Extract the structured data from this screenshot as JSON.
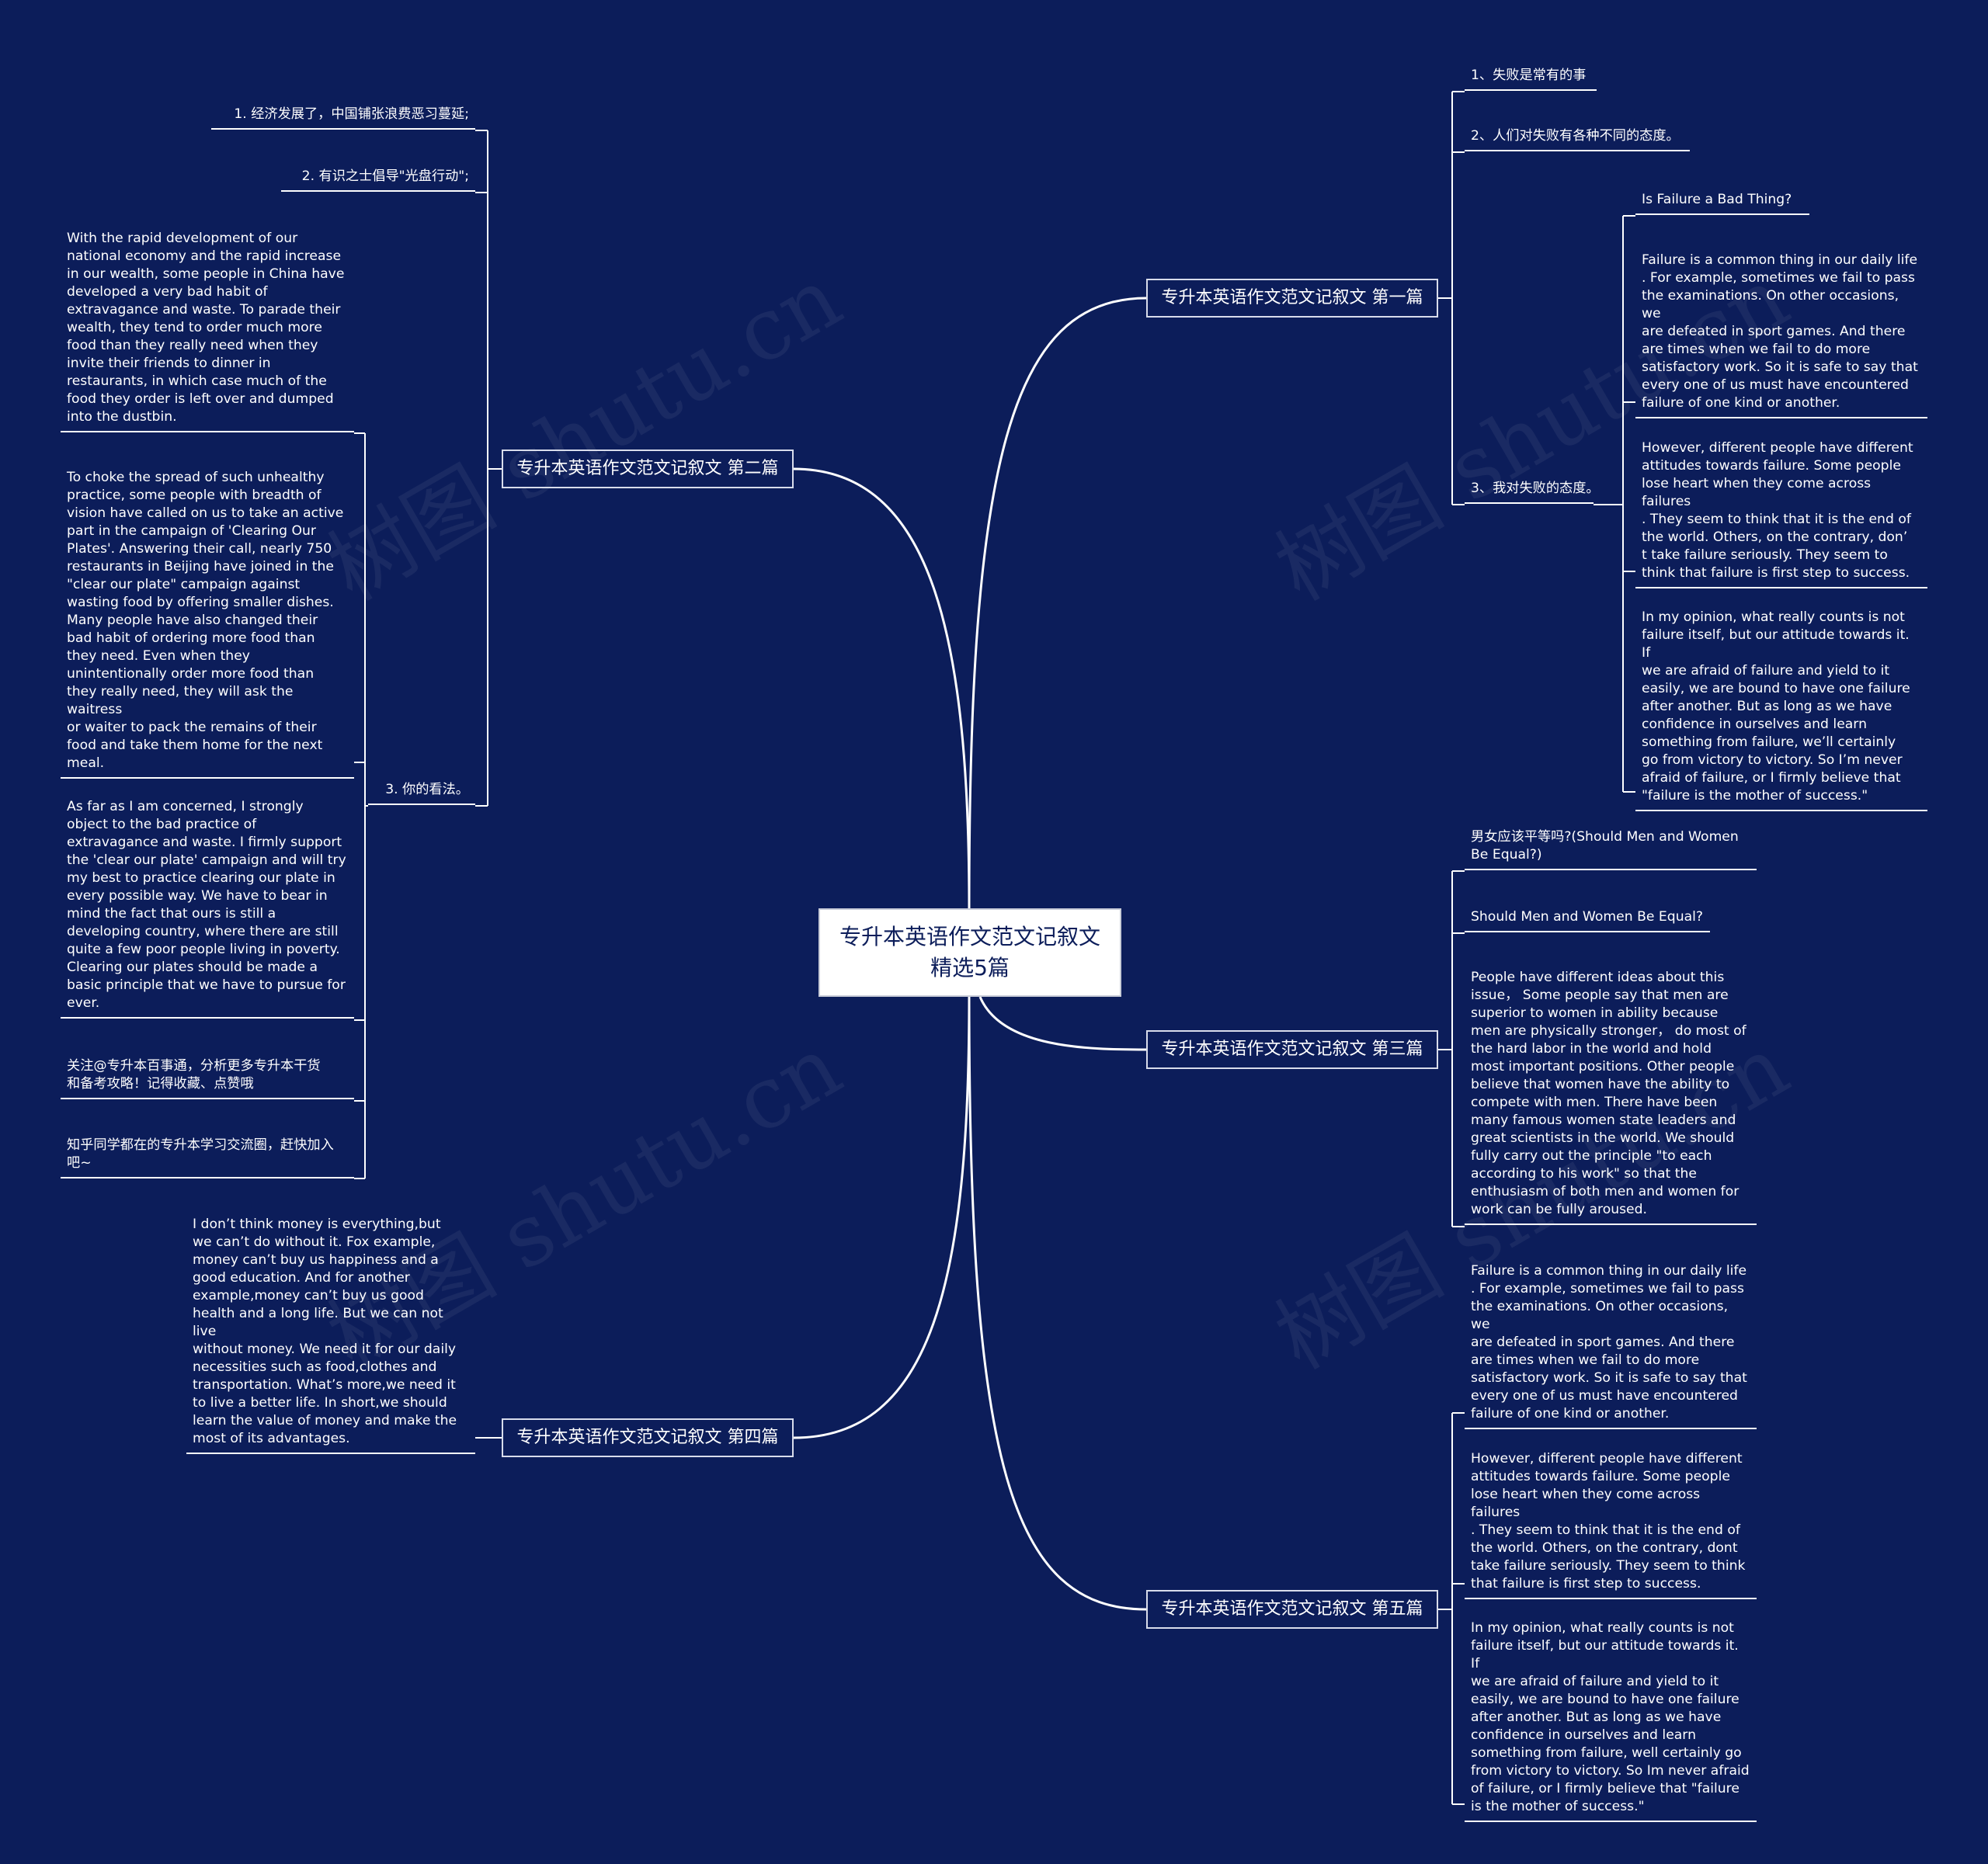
{
  "center": {
    "title": "专升本英语作文范文记叙文精选5篇"
  },
  "watermark": "树图 shutu.cn",
  "branches": {
    "b1": {
      "label": "专升本英语作文范文记叙文 第一篇",
      "items": [
        "1、失败是常有的事",
        "2、人们对失败有各种不同的态度。",
        "3、我对失败的态度。"
      ],
      "sub": [
        "Is Failure a Bad Thing?",
        "Failure is a common thing in our daily life\n. For example, sometimes we fail to pass\nthe examinations. On other occasions, we\n are defeated in sport games. And there\nare times when we fail to do more\nsatisfactory work. So it is safe to say that\nevery one of us must have encountered\nfailure of one kind or another.",
        "However, different people have different\nattitudes towards failure. Some people\nlose heart when they come across failures\n. They seem to think that it is the end of\nthe world. Others, on the contrary, don’\nt take failure seriously. They seem to\nthink that failure is first step to success.",
        "In my opinion, what really counts is not\nfailure itself, but our attitude towards it. If\n we are afraid of failure and yield to it\neasily, we are bound to have one failure\nafter another. But as long as we have\nconfidence in ourselves and learn\nsomething from failure, we’ll certainly\ngo from victory to victory. So I’m never\nafraid of failure, or I firmly believe that\n\"failure is the mother of success.\""
      ]
    },
    "b2": {
      "label": "专升本英语作文范文记叙文 第二篇",
      "items": [
        "1. 经济发展了，中国铺张浪费恶习蔓延;",
        "2. 有识之士倡导\"光盘行动\";",
        "3. 你的看法。"
      ],
      "sub": [
        "With the rapid development of our\nnational economy and the rapid increase\nin our wealth, some people in China have\n developed a very bad habit of\nextravagance and waste. To parade their\nwealth, they tend to order much more\nfood than they really need when they\ninvite their friends to dinner in\nrestaurants, in which case much of the\nfood they order is left over and dumped\ninto the dustbin.",
        "To choke the spread of such unhealthy\npractice, some people with breadth of\nvision have called on us to take an active\npart in the campaign of 'Clearing Our\nPlates'. Answering their call, nearly 750\nrestaurants in Beijing have joined in the\n\"clear our plate\" campaign against\nwasting food by offering smaller dishes.\nMany people have also changed their\nbad habit of ordering more food than\nthey need. Even when they\nunintentionally order more food than\nthey really need, they will ask the waitress\n or waiter to pack the remains of their\nfood and take them home for the next\nmeal.",
        "As far as I am concerned, I strongly\nobject to the bad practice of\nextravagance and waste. I firmly support\nthe 'clear our plate' campaign and will try\n my best to practice clearing our plate in\nevery possible way. We have to bear in\nmind the fact that ours is still a\ndeveloping country, where there are still\nquite a few poor people living in poverty.\n Clearing our plates should be made a\nbasic principle that we have to pursue for\n ever.",
        "关注@专升本百事通，分析更多专升本干货\n和备考攻略！记得收藏、点赞哦",
        "知乎同学都在的专升本学习交流圈，赶快加入\n吧~"
      ]
    },
    "b3": {
      "label": "专升本英语作文范文记叙文 第三篇",
      "items": [
        "男女应该平等吗?(Should Men and Women\n Be Equal?)",
        "Should Men and Women Be Equal?",
        "People have different ideas about this\nissue， Some people say that men are\nsuperior to women in ability because\nmen are physically stronger， do most of\n the hard labor in the world and hold\nmost important positions. Other people\nbelieve that women have the ability to\ncompete with men. There have been\nmany famous women state leaders and\ngreat scientists in the world. We should\nfully carry out the principle \"to each\naccording to his work\" so that the\nenthusiasm of both men and women for\nwork can be fully aroused."
      ]
    },
    "b4": {
      "label": "专升本英语作文范文记叙文 第四篇",
      "items": [
        "I don’t think money is everything,but\nwe can’t do without it. Fox example,\nmoney can’t buy us happiness and a\ngood education. And for another\nexample,money can’t buy us good\nhealth and a long life. But we can not live\n without money. We need it for our daily\nnecessities such as food,clothes and\ntransportation. What’s more,we need it\nto live a better life. In short,we should\nlearn the value of money and make the\nmost of its advantages."
      ]
    },
    "b5": {
      "label": "专升本英语作文范文记叙文 第五篇",
      "items": [
        "Failure is a common thing in our daily life\n. For example, sometimes we fail to pass\nthe examinations. On other occasions, we\n are defeated in sport games. And there\nare times when we fail to do more\nsatisfactory work. So it is safe to say that\nevery one of us must have encountered\nfailure of one kind or another.",
        "However, different people have different\nattitudes towards failure. Some people\nlose heart when they come across failures\n. They seem to think that it is the end of\nthe world. Others, on the contrary, dont\ntake failure seriously. They seem to think\nthat failure is first step to success.",
        "In my opinion, what really counts is not\nfailure itself, but our attitude towards it. If\n we are afraid of failure and yield to it\neasily, we are bound to have one failure\nafter another. But as long as we have\nconfidence in ourselves and learn\nsomething from failure, well certainly go\nfrom victory to victory. So Im never afraid\n of failure, or I firmly believe that \"failure\nis the mother of success.\""
      ]
    }
  }
}
